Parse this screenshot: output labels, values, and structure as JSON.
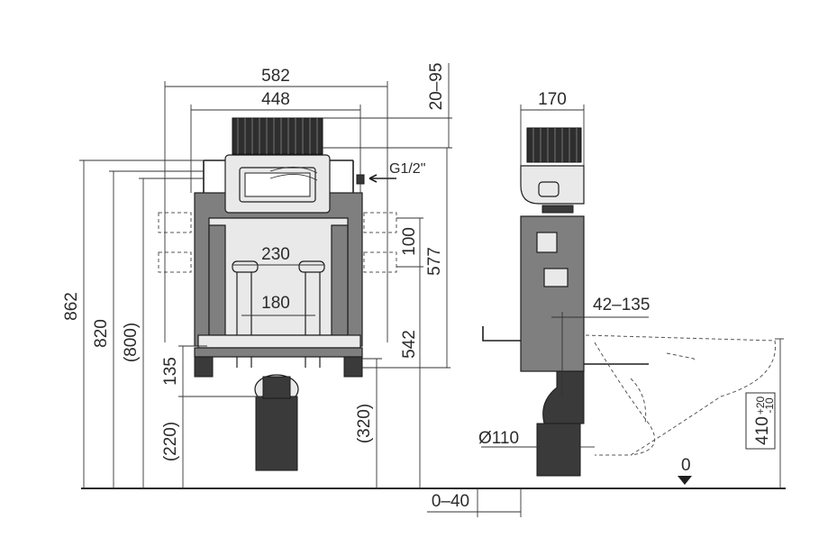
{
  "dimensions": {
    "front": {
      "width_outer": "582",
      "width_inner": "448",
      "top_range": "20–95",
      "connection": "G1/2\"",
      "height_total": "862",
      "height_mid": "820",
      "height_ref": "(800)",
      "bracket_height": "135",
      "lower_ref": "(220)",
      "spacing_wide": "230",
      "spacing_narrow": "180",
      "vertical_100": "100",
      "vertical_577": "577",
      "vertical_542": "542",
      "lower_320": "(320)"
    },
    "side": {
      "depth": "170",
      "adjust": "42–135",
      "pipe": "Ø110",
      "offset": "0–40",
      "floor_zero": "0",
      "bowl_height": "410",
      "tol_plus": "+20",
      "tol_minus": "-10"
    }
  }
}
